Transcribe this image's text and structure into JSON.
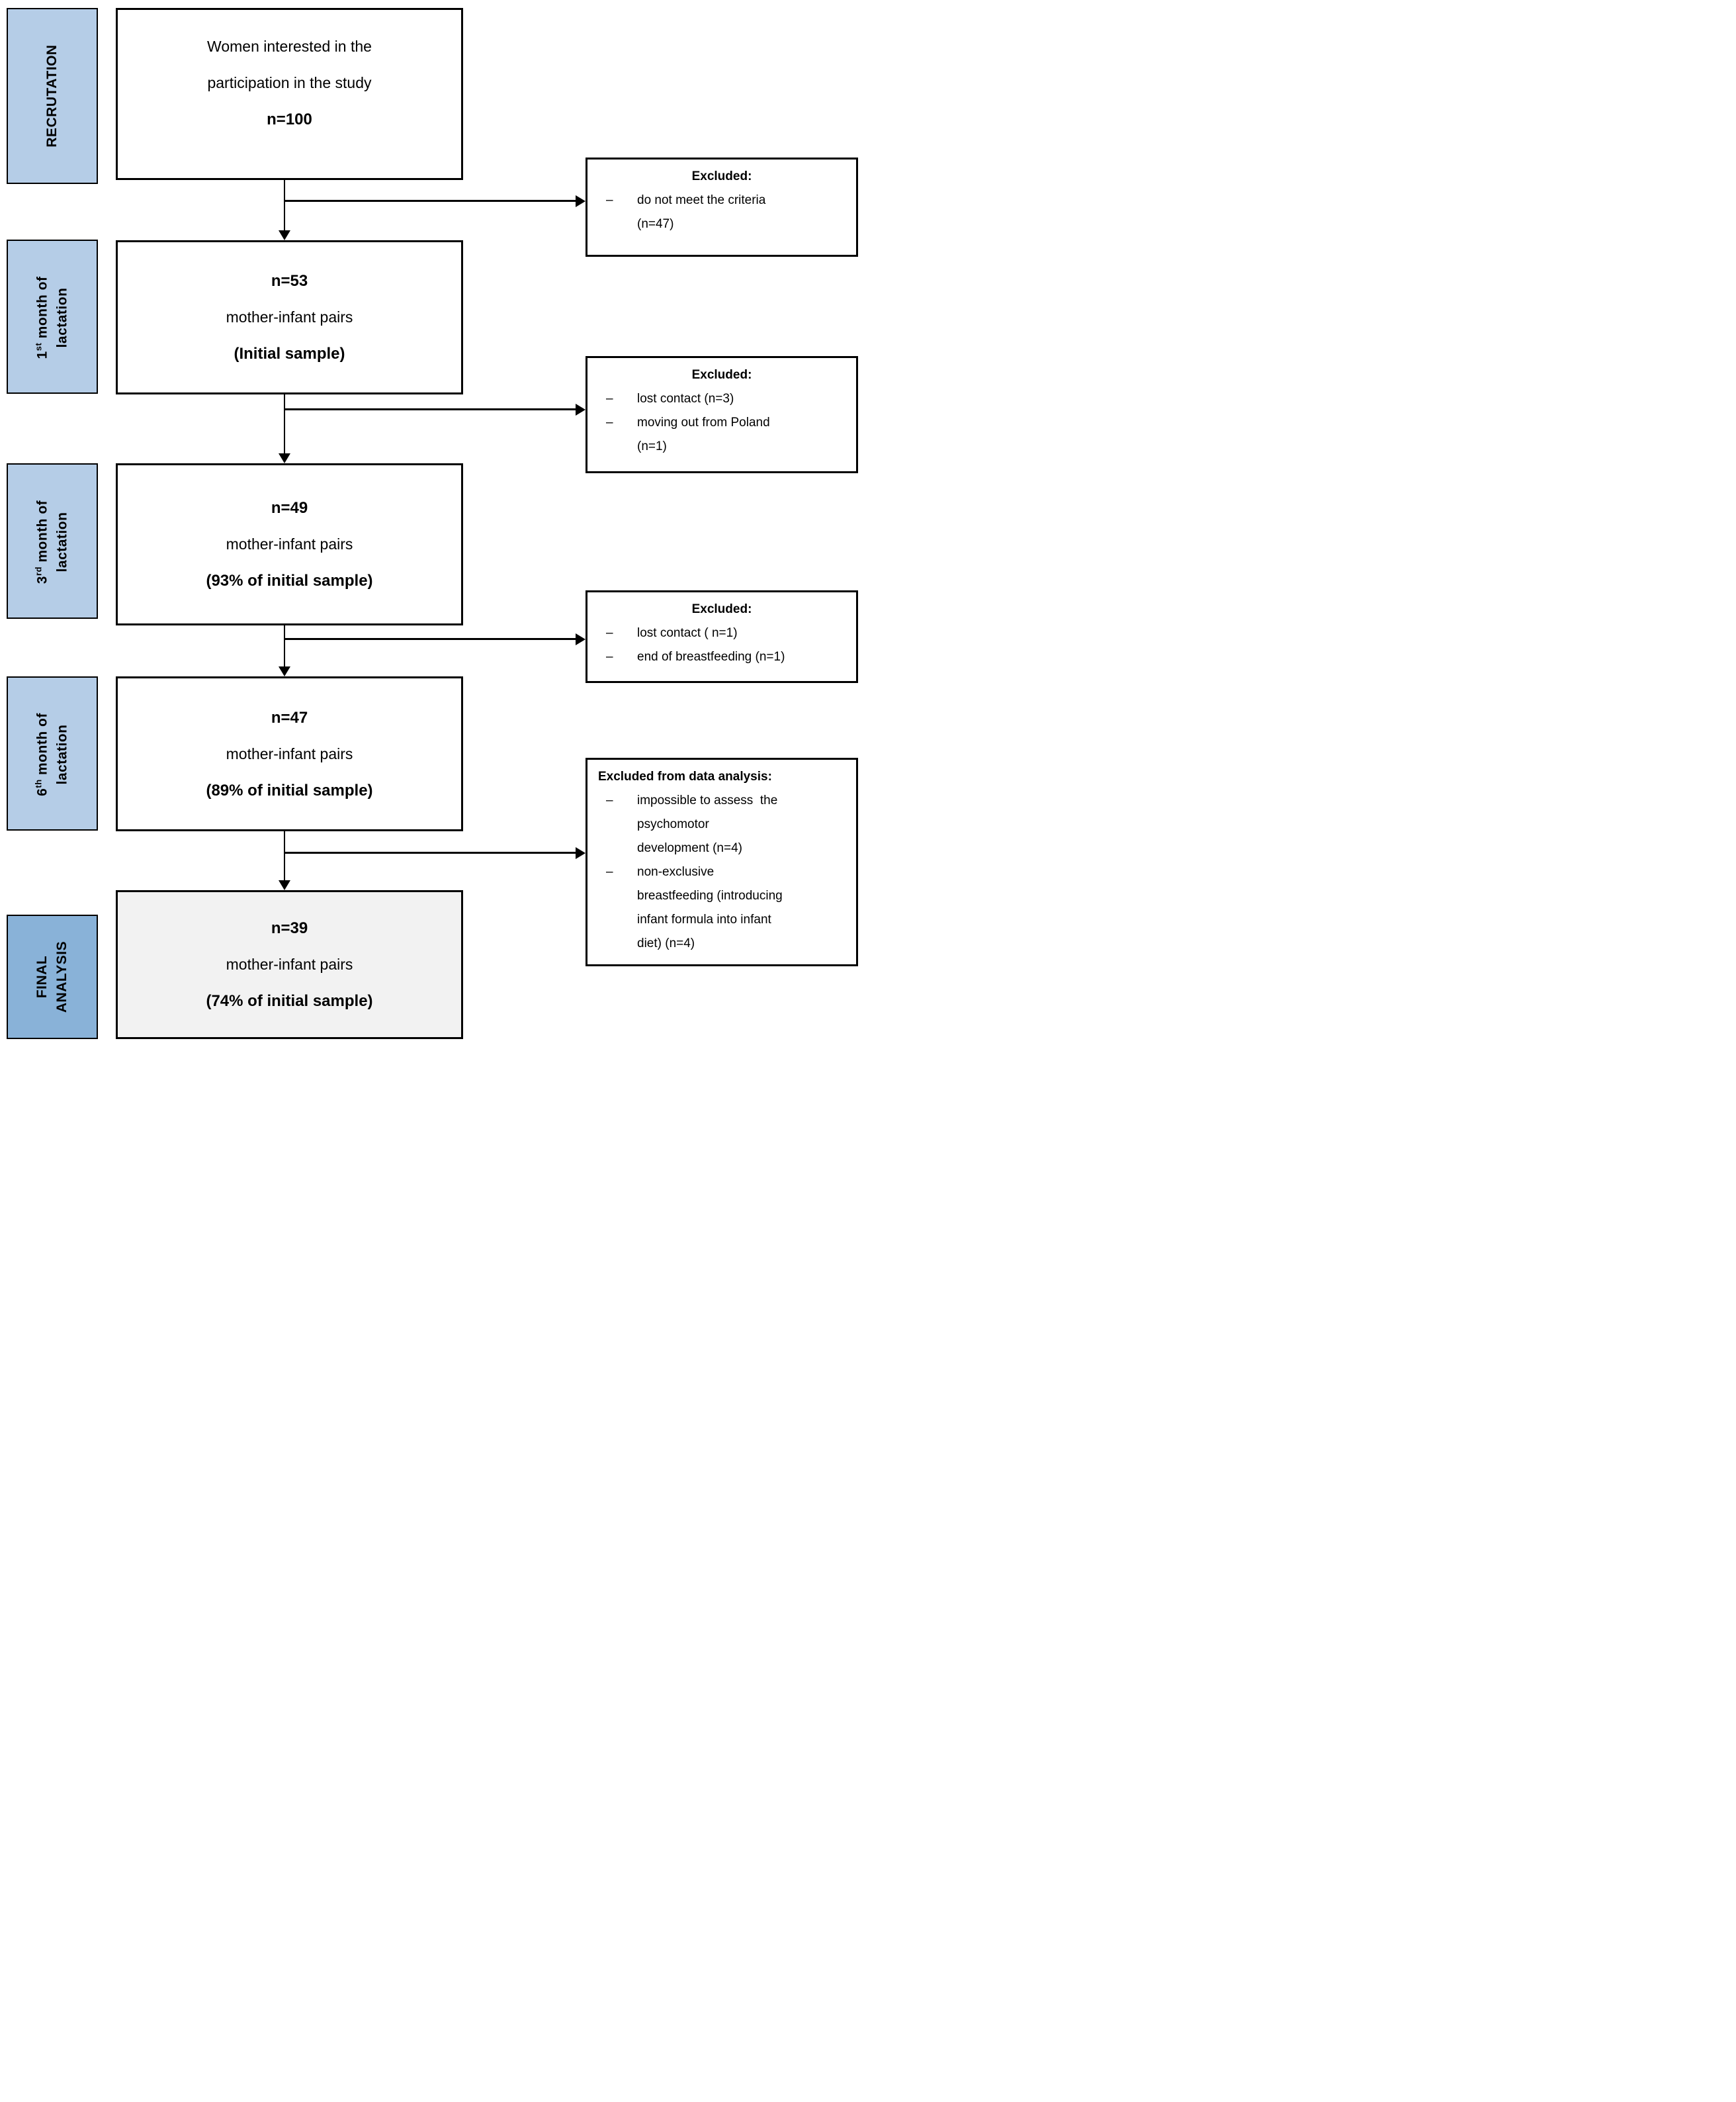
{
  "diagram_type": "study-participant-flow-chart",
  "ui": {
    "bullet": "–"
  },
  "colors": {
    "stage_label_blue": "#b5cde7",
    "final_label_blue": "#89b2d8",
    "final_box_gray": "#f2f2f2",
    "box_background": "#ffffff",
    "box_border": "#000000"
  },
  "sidebar": [
    {
      "text": "RECRUTATION"
    },
    {
      "num": "1",
      "ord": "st",
      "rest": " month of",
      "line2": "lactation"
    },
    {
      "num": "3",
      "ord": "rd",
      "rest": " month of",
      "line2": "lactation"
    },
    {
      "num": "6",
      "ord": "th",
      "rest": " month of",
      "line2": "lactation"
    },
    {
      "line1": "FINAL",
      "line2": "ANALYSIS"
    }
  ],
  "stages": [
    {
      "line1": "Women interested in the",
      "line2": "participation in the study",
      "line3": "n=100"
    },
    {
      "line1": "n=53",
      "line2": "mother-infant pairs",
      "line3": "(Initial sample)"
    },
    {
      "line1": "n=49",
      "line2": "mother-infant pairs",
      "line3": "(93% of initial sample)"
    },
    {
      "line1": "n=47",
      "line2": "mother-infant pairs",
      "line3": "(89% of initial sample)"
    },
    {
      "line1": "n=39",
      "line2": "mother-infant pairs",
      "line3": "(74% of initial sample)"
    }
  ],
  "exclusions": [
    {
      "title": "Excluded:",
      "items": [
        "do not meet the criteria\n(n=47)"
      ]
    },
    {
      "title": "Excluded:",
      "items": [
        "lost contact (n=3)",
        "moving out from Poland\n(n=1)"
      ]
    },
    {
      "title": "Excluded:",
      "items": [
        "lost contact ( n=1)",
        "end of breastfeeding (n=1)"
      ]
    },
    {
      "title": "Excluded from data analysis:",
      "items": [
        "impossible to assess  the\npsychomotor\ndevelopment (n=4)",
        "non-exclusive\nbreastfeeding (introducing\ninfant formula into infant\ndiet) (n=4)"
      ]
    }
  ]
}
